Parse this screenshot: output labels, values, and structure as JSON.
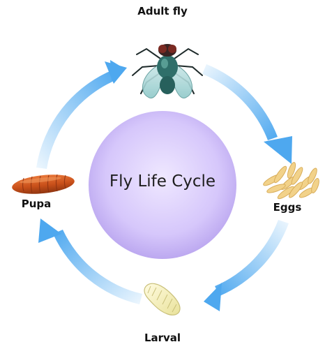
{
  "title": "Fly Life Cycle",
  "stages": {
    "adult": "Adult fly",
    "eggs": "Eggs",
    "larval": "Larval",
    "pupa": "Pupa"
  },
  "colors": {
    "arrow": "#5aaef0",
    "arrow_light": "#e6f3fd",
    "circle_center": "#e6dcff",
    "circle_edge": "#bca8f0",
    "pupa": "#d2581a",
    "larva": "#f7f2b8",
    "eggs": "#f2d28a",
    "fly_body": "#2f6f6a"
  },
  "icons": [
    "adult-fly-icon",
    "eggs-icon",
    "larva-icon",
    "pupa-icon"
  ]
}
